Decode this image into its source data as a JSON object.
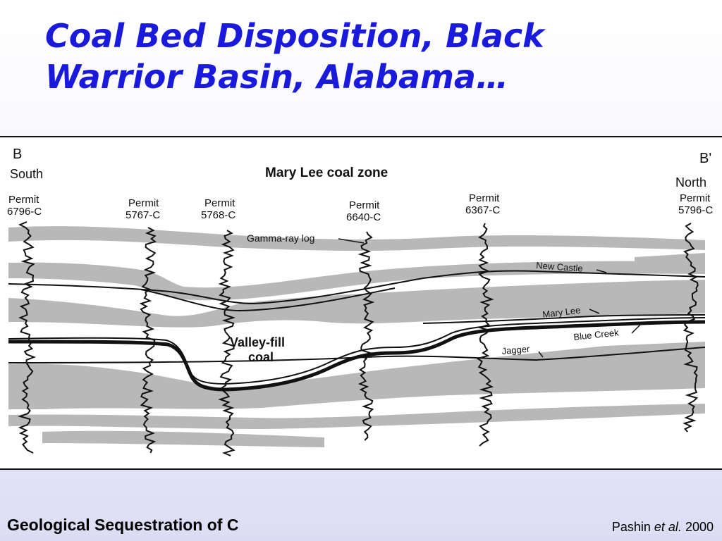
{
  "slide": {
    "title_line1": "Coal Bed Disposition, Black",
    "title_line2": "Warrior Basin, Alabama…",
    "footer_left": "Geological Sequestration of C",
    "credit_author": "Pashin",
    "credit_etal": "et al.",
    "credit_year": "2000"
  },
  "figure": {
    "section_start": "B",
    "section_end": "B'",
    "south_label": "South",
    "north_label": "North",
    "zone_title": "Mary Lee coal zone",
    "gamma_label": "Gamma-ray log",
    "valley_fill_line1": "Valley-fill",
    "valley_fill_line2": "coal",
    "permit_word": "Permit",
    "wells": [
      {
        "permit": "Permit",
        "id": "6796-C"
      },
      {
        "permit": "Permit",
        "id": "5767-C"
      },
      {
        "permit": "Permit",
        "id": "5768-C"
      },
      {
        "permit": "Permit",
        "id": "6640-C"
      },
      {
        "permit": "Permit",
        "id": "6367-C"
      },
      {
        "permit": "Permit",
        "id": "5796-C"
      }
    ],
    "coal_beds": {
      "new_castle": "New Castle",
      "mary_lee": "Mary Lee",
      "blue_creek": "Blue Creek",
      "jagger": "Jagger"
    },
    "colors": {
      "shale_band": "#b8b8b8",
      "title_blue": "#1a1adc",
      "log_line": "#111111"
    }
  }
}
